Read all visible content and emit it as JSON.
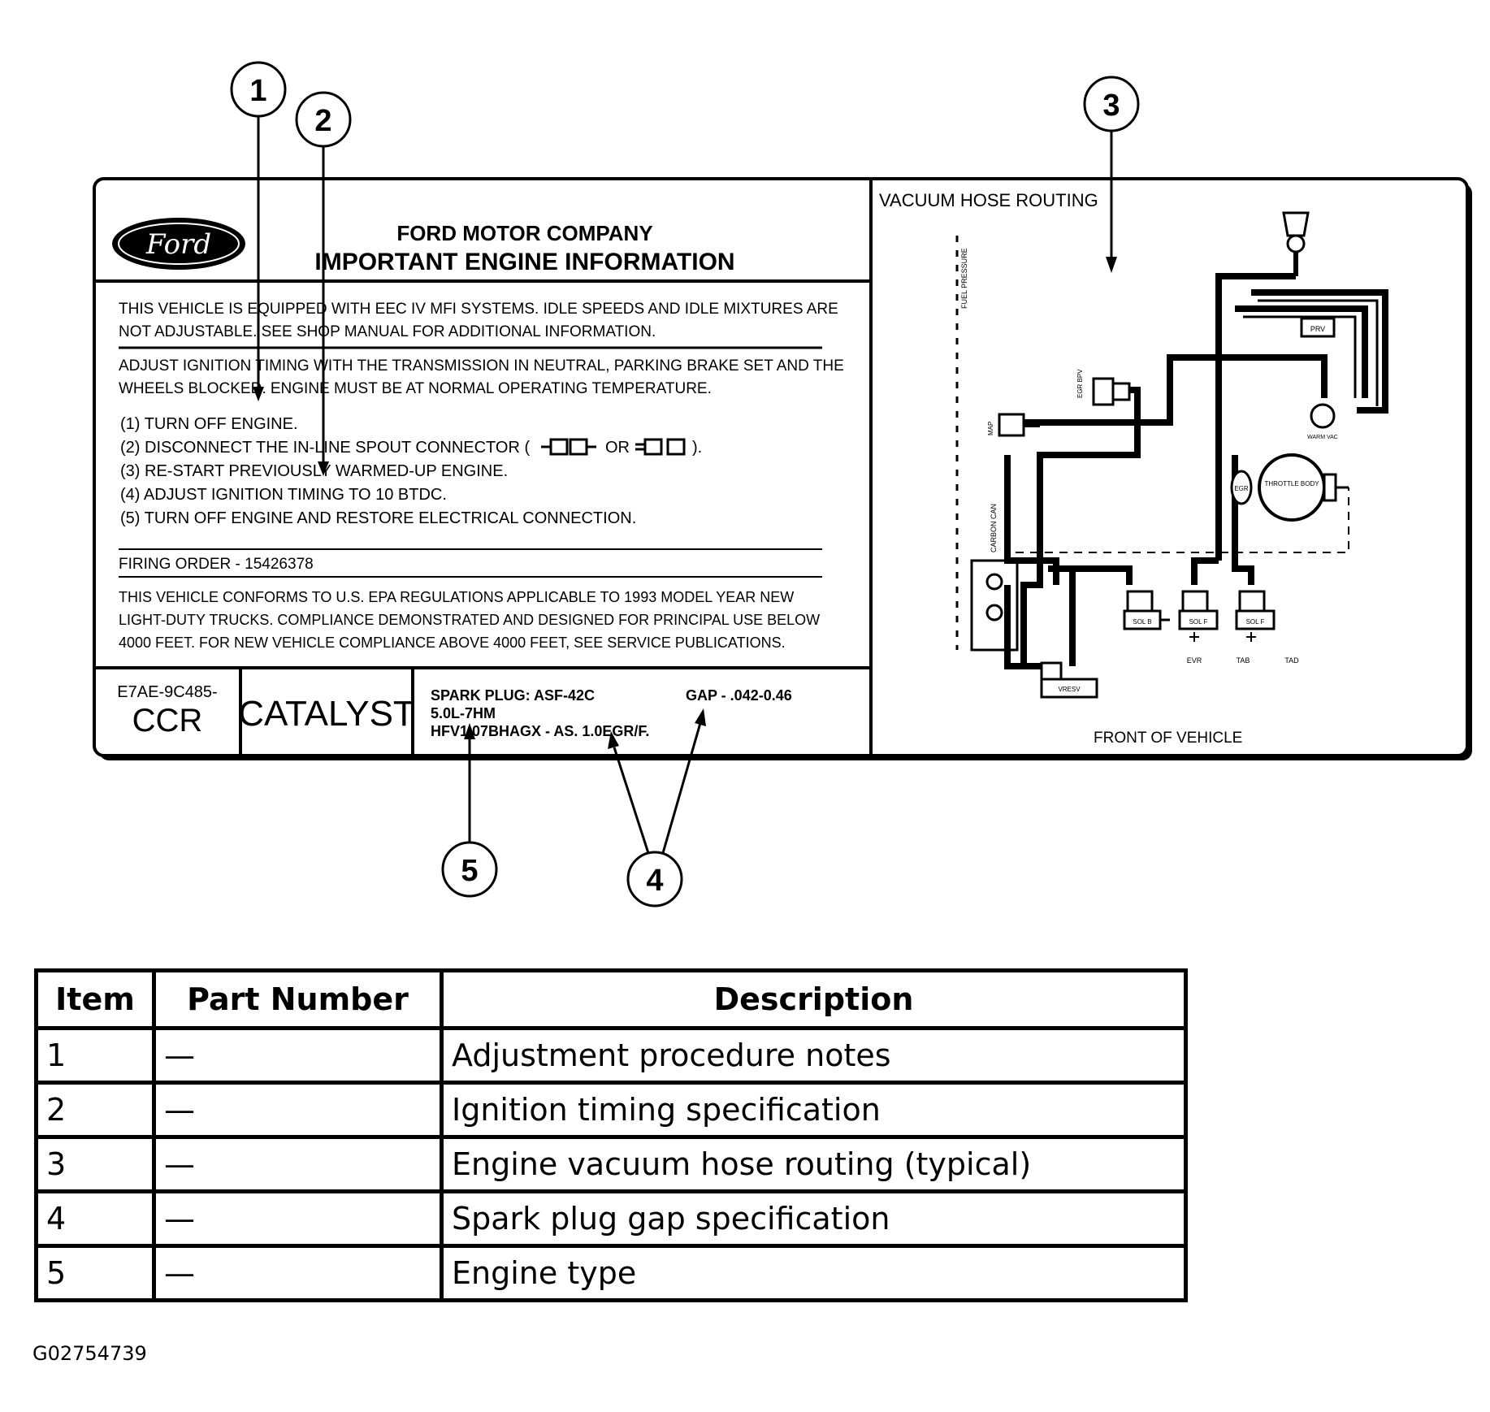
{
  "label": {
    "company": "FORD MOTOR COMPANY",
    "heading": "IMPORTANT ENGINE INFORMATION",
    "logo_text": "Ford",
    "intro": [
      "THIS VEHICLE IS EQUIPPED WITH EEC IV MFI SYSTEMS. IDLE SPEEDS AND IDLE MIXTURES ARE",
      "NOT ADJUSTABLE. SEE SHOP MANUAL FOR ADDITIONAL INFORMATION."
    ],
    "adjust": [
      "ADJUST IGNITION TIMING WITH THE TRANSMISSION IN NEUTRAL, PARKING BRAKE SET AND THE",
      "WHEELS BLOCKED. ENGINE MUST BE AT NORMAL OPERATING TEMPERATURE."
    ],
    "steps": [
      "(1)  TURN OFF ENGINE.",
      "(2)  DISCONNECT THE IN-LINE SPOUT CONNECTOR (",
      "(3)  RE-START PREVIOUSLY WARMED-UP ENGINE.",
      "(4)  ADJUST IGNITION TIMING TO 10 BTDC.",
      "(5)  TURN OFF ENGINE AND RESTORE ELECTRICAL CONNECTION."
    ],
    "step2_or": "OR",
    "step2_end": ").",
    "firing_order": "FIRING ORDER - 15426378",
    "conforms": [
      "THIS VEHICLE CONFORMS TO U.S. EPA REGULATIONS APPLICABLE TO 1993 MODEL YEAR NEW",
      "LIGHT-DUTY TRUCKS. COMPLIANCE DEMONSTRATED AND DESIGNED FOR PRINCIPAL USE BELOW",
      "4000 FEET. FOR NEW VEHICLE COMPLIANCE ABOVE 4000 FEET, SEE SERVICE PUBLICATIONS."
    ],
    "part_code": "E7AE-9C485-",
    "part_suffix": "CCR",
    "catalyst": "CATALYST",
    "spark_plug": "SPARK PLUG: ASF-42C",
    "gap": "GAP - .042-0.46",
    "engine": "5.0L-7HM",
    "hfv": "HFV1.07BHAGX - AS. 1.0EGR/F."
  },
  "vacuum": {
    "title": "VACUUM HOSE ROUTING",
    "front": "FRONT OF VEHICLE",
    "fuel_pressure": "FUEL PRESSURE",
    "canister": "CARBON CAN",
    "map": "MAP",
    "bp": "EGR BPV",
    "prv": "PRV",
    "throttle": "THROTTLE BODY",
    "vac_source": "VAC",
    "egr": "EGR",
    "sol1": "SOL F",
    "sol2": "SOL F",
    "evr": "EVR",
    "tab": "TAB",
    "tad": "TAD",
    "vresv": "VRESV",
    "sol_b": "SOL B",
    "warm": "WARM VAC"
  },
  "callouts": [
    "1",
    "2",
    "3",
    "4",
    "5"
  ],
  "legend": {
    "headers": [
      "Item",
      "Part Number",
      "Description"
    ],
    "rows": [
      [
        "1",
        "—",
        "Adjustment procedure notes"
      ],
      [
        "2",
        "—",
        "Ignition timing specification"
      ],
      [
        "3",
        "—",
        "Engine vacuum hose routing (typical)"
      ],
      [
        "4",
        "—",
        "Spark plug gap specification"
      ],
      [
        "5",
        "—",
        "Engine type"
      ]
    ]
  },
  "figure_id": "G02754739",
  "colors": {
    "ink": "#000000",
    "paper": "#ffffff"
  }
}
